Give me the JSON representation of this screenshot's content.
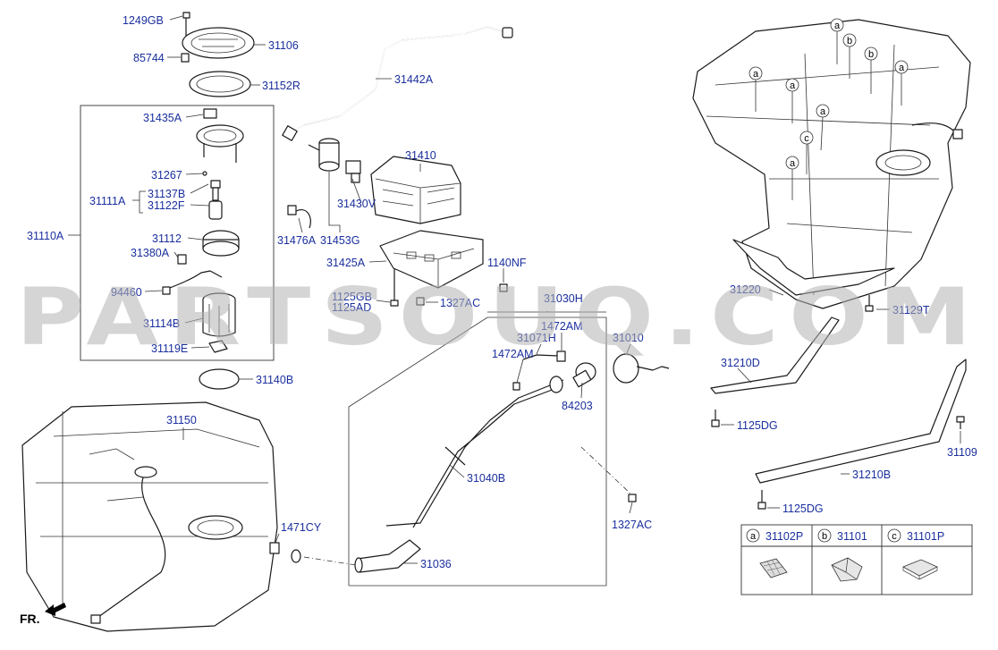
{
  "watermark": "PARTSOUQ.COM",
  "direction_label": "FR.",
  "labels": {
    "l1249GB": "1249GB",
    "l31106": "31106",
    "l85744": "85744",
    "l31152R": "31152R",
    "l31435A": "31435A",
    "l31267": "31267",
    "l31111A": "31111A",
    "l31137B": "31137B",
    "l31122F": "31122F",
    "l31110A": "31110A",
    "l31112": "31112",
    "l31380A": "31380A",
    "l94460": "94460",
    "l31114B": "31114B",
    "l31119E": "31119E",
    "l31140B": "31140B",
    "l31150": "31150",
    "l1471CY": "1471CY",
    "l31442A": "31442A",
    "l31410": "31410",
    "l31430V": "31430V",
    "l31476A": "31476A",
    "l31453G": "31453G",
    "l31425A": "31425A",
    "l1140NF": "1140NF",
    "l1125GB": "1125GB",
    "l1125AD": "1125AD",
    "l1327AC_top": "1327AC",
    "l31030H": "31030H",
    "l1472AM_a": "1472AM",
    "l31071H": "31071H",
    "l1472AM_b": "1472AM",
    "l31010": "31010",
    "l84203": "84203",
    "l31040B": "31040B",
    "l1327AC_low": "1327AC",
    "l31036": "31036",
    "l31220": "31220",
    "l31129T": "31129T",
    "l31210D": "31210D",
    "l1125DG_a": "1125DG",
    "l31109": "31109",
    "l31210B": "31210B",
    "l1125DG_b": "1125DG"
  },
  "callouts": {
    "a": "a",
    "b": "b",
    "c": "c"
  },
  "legend": {
    "items": [
      {
        "key": "a",
        "part": "31102P"
      },
      {
        "key": "b",
        "part": "31101"
      },
      {
        "key": "c",
        "part": "31101P"
      }
    ]
  }
}
